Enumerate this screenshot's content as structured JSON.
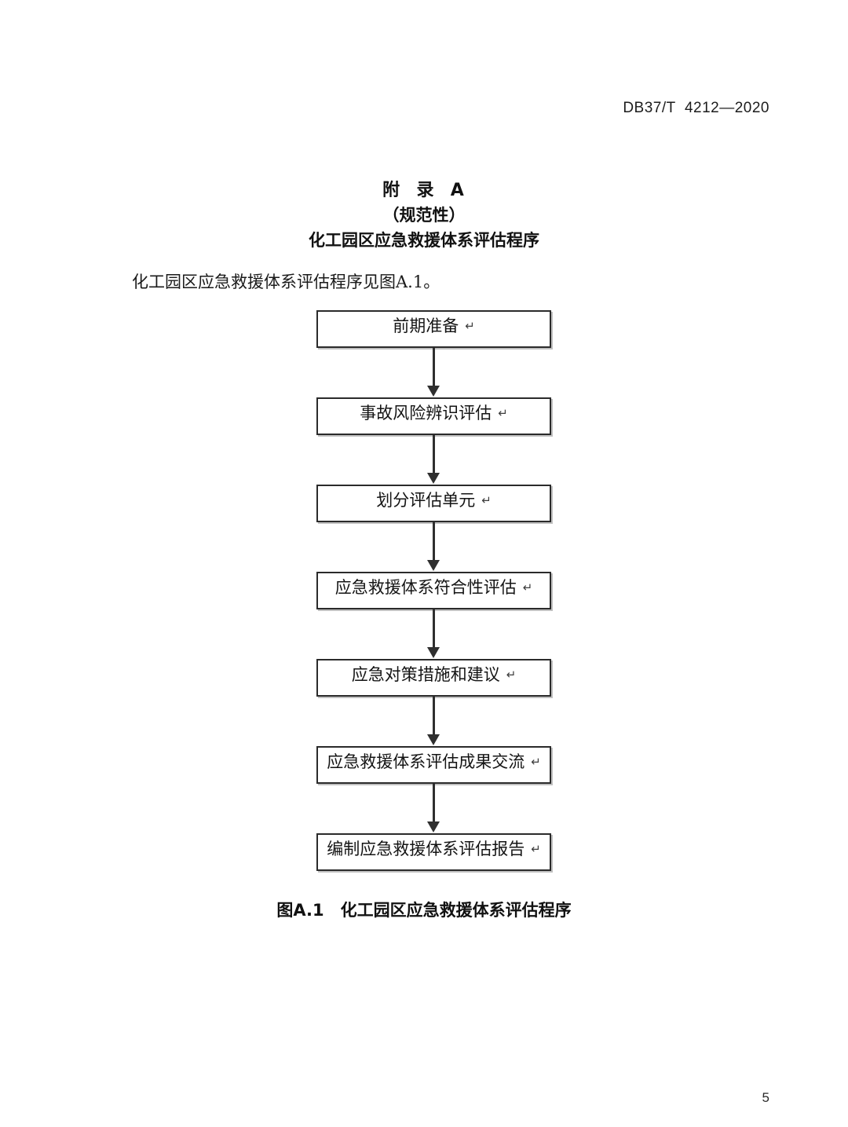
{
  "document": {
    "header_standard_number": "DB37/T  4212—2020",
    "page_number": "5"
  },
  "annex": {
    "label": "附  录  A",
    "kind": "（规范性）",
    "name": "化工园区应急救援体系评估程序"
  },
  "intro": {
    "text": "化工园区应急救援体系评估程序见图A.1。"
  },
  "figure": {
    "caption": "图A.1　化工园区应急救援体系评估程序",
    "pilcrow_glyph": "↵",
    "colors": {
      "node_border": "#2b2b2b",
      "node_fill": "#ffffff",
      "arrow": "#2f2f2f",
      "text": "#141414"
    },
    "nodes": [
      {
        "label": "前期准备"
      },
      {
        "label": "事故风险辨识评估"
      },
      {
        "label": "划分评估单元"
      },
      {
        "label": "应急救援体系符合性评估"
      },
      {
        "label": "应急对策措施和建议"
      },
      {
        "label": "应急救援体系评估成果交流"
      },
      {
        "label": "编制应急救援体系评估报告"
      }
    ]
  }
}
